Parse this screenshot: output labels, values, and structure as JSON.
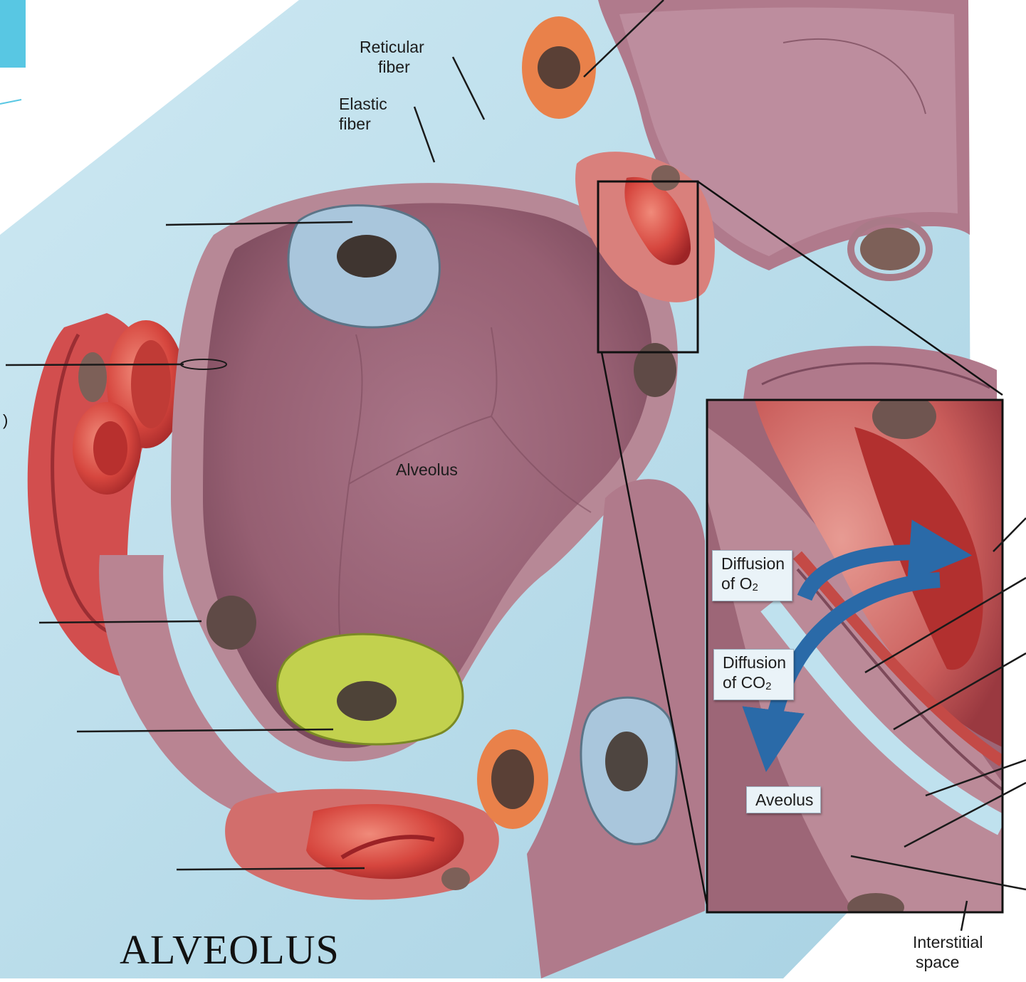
{
  "labels": {
    "reticular_fiber_line1": "Reticular",
    "reticular_fiber_line2": "fiber",
    "elastic_fiber_line1": "Elastic",
    "elastic_fiber_line2": "fiber",
    "alveolus": "Alveolus",
    "diffusion_o2_line1": "Diffusion",
    "diffusion_o2_line2": "of O",
    "diffusion_o2_sub": "2",
    "diffusion_co2_line1": "Diffusion",
    "diffusion_co2_line2": "of CO",
    "diffusion_co2_sub": "2",
    "aveolus_inset": "Aveolus",
    "interstitial_line1": "Interstitial",
    "interstitial_line2": "space"
  },
  "title": "ALVEOLUS",
  "colors": {
    "interstitial": "#bfe1ee",
    "alveolus_wall": "#b07f8f",
    "alveolus_space": "#9d6678",
    "blood_cell": "#cf4a45",
    "capillary": "#e28c88",
    "macrophage": "#c2d14e",
    "type2_cell": "#a9c6dc",
    "inflammatory_cell": "#e9814a",
    "diffusion_arrow": "#2a6aa8"
  }
}
